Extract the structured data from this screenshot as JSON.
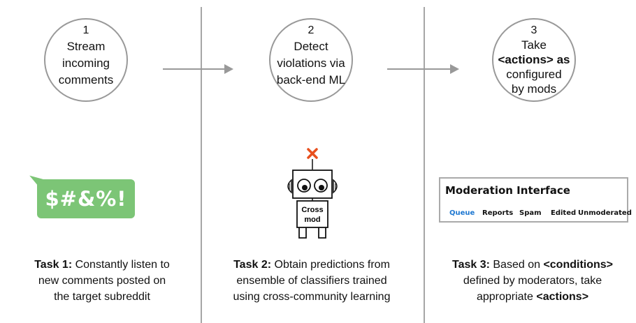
{
  "steps": [
    {
      "number": "1",
      "lines": [
        "Stream",
        "incoming",
        "comments"
      ]
    },
    {
      "number": "2",
      "lines": [
        "Detect",
        "violations via",
        "back-end ML"
      ]
    },
    {
      "number": "3",
      "lines": [
        "Take",
        "<actions> as",
        "configured",
        "by mods"
      ]
    }
  ],
  "bubble_text": "$#&%!",
  "robot": {
    "label_line1": "Cross",
    "label_line2": "mod",
    "x_color": "#e8501e"
  },
  "moderation": {
    "title": "Moderation Interface",
    "tabs": [
      "Queue",
      "Reports",
      "Spam",
      "Edited",
      "Unmoderated"
    ],
    "active_tab_color": "#1f78d1"
  },
  "tasks": [
    {
      "prefix": "Task 1:",
      "line1_rest": " Constantly listen to",
      "line2": "new comments posted on",
      "line3": "the target subreddit"
    },
    {
      "prefix": "Task 2:",
      "line1_rest": " Obtain predictions from",
      "line2": "ensemble of classifiers trained",
      "line3": "using cross-community learning"
    },
    {
      "prefix": "Task 3:",
      "line1_mid": " Based on ",
      "line1_bold": "<conditions>",
      "line2": "defined by moderators, take",
      "line3_pre": "appropriate ",
      "line3_bold": "<actions>"
    }
  ],
  "colors": {
    "bubble": "#7cc576",
    "lines": "#999999"
  }
}
